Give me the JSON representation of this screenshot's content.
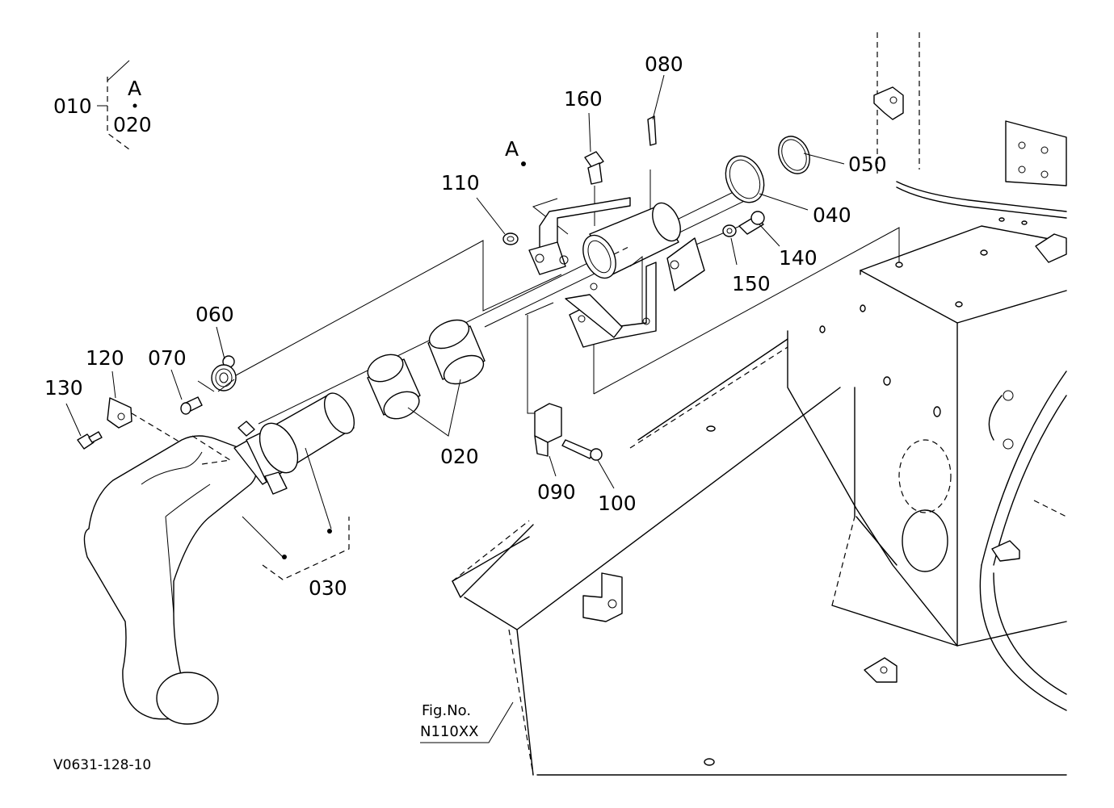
{
  "callouts": {
    "p010": "010",
    "pA_group": "A",
    "p020_group": "020",
    "p080": "080",
    "p160": "160",
    "pA_point": "A",
    "p110": "110",
    "p050": "050",
    "p040": "040",
    "p140": "140",
    "p150": "150",
    "p060": "060",
    "p120": "120",
    "p070": "070",
    "p130": "130",
    "p020": "020",
    "p090": "090",
    "p100": "100",
    "p030": "030"
  },
  "figure_ref": {
    "line1": "Fig.No.",
    "line2": "N110XX"
  },
  "diagram_id": "V0631-128-10"
}
